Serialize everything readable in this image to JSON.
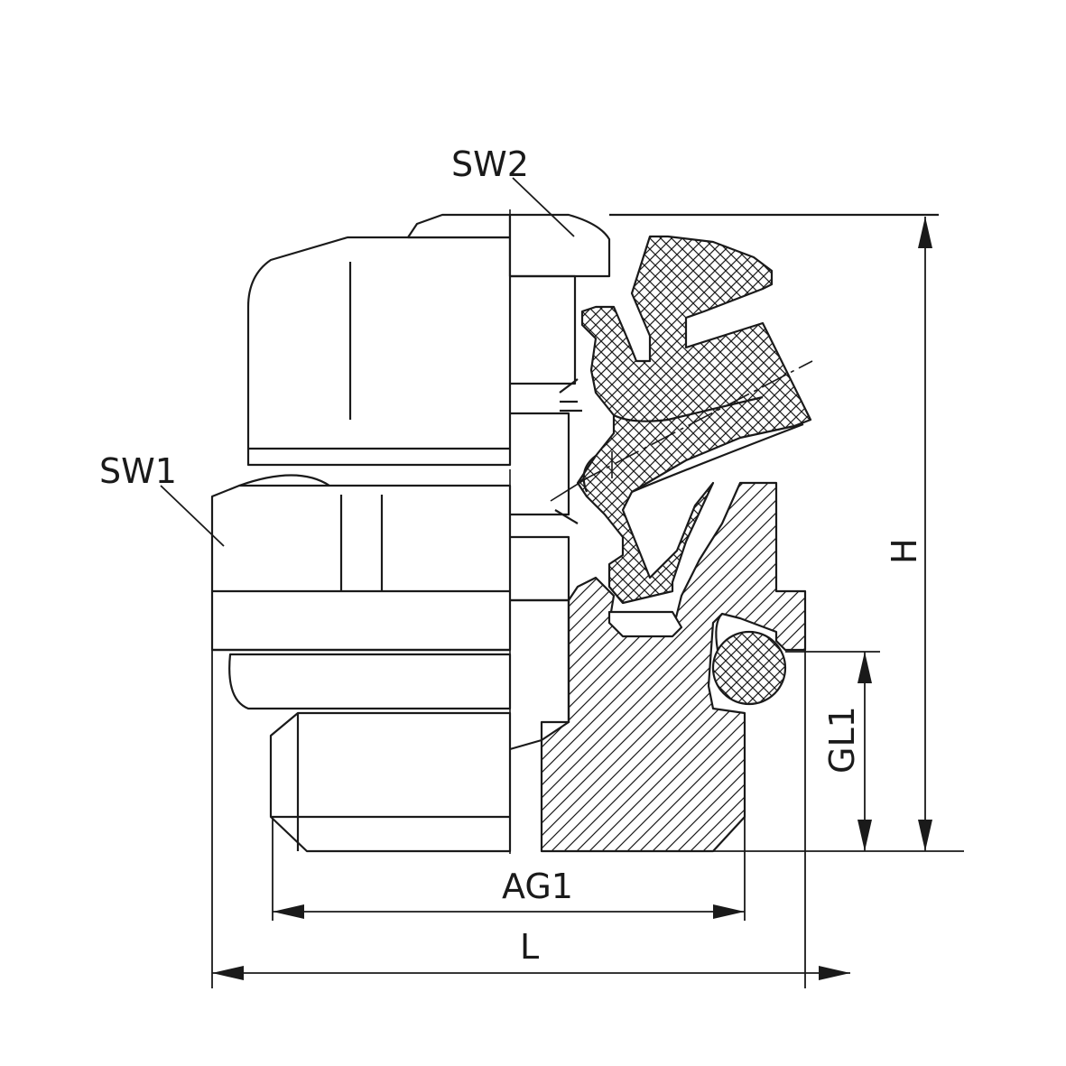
{
  "labels": {
    "sw2": "SW2",
    "sw1": "SW1",
    "h": "H",
    "gl1": "GL1",
    "ag1": "AG1",
    "l": "L"
  },
  "colors": {
    "line": "#1a1a1a",
    "background": "#ffffff"
  }
}
